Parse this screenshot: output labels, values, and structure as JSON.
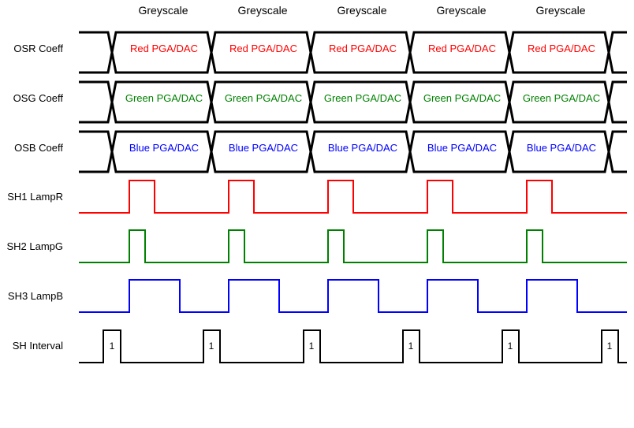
{
  "header": {
    "period_labels": [
      "Greyscale",
      "Greyscale",
      "Greyscale",
      "Greyscale",
      "Greyscale"
    ]
  },
  "buses": [
    {
      "label": "OSR Coeff",
      "cell_text": "Red PGA/DAC",
      "text_color": "#ff0000"
    },
    {
      "label": "OSG Coeff",
      "cell_text": "Green PGA/DAC",
      "text_color": "#008000"
    },
    {
      "label": "OSB Coeff",
      "cell_text": "Blue PGA/DAC",
      "text_color": "#0000ff"
    }
  ],
  "pulses": [
    {
      "label": "SH1 LampR",
      "color": "#ff0000"
    },
    {
      "label": "SH2 LampG",
      "color": "#008000"
    },
    {
      "label": "SH3 LampB",
      "color": "#0000ff"
    },
    {
      "label": "SH Interval",
      "color": "#000000",
      "pulse_text": "1"
    }
  ],
  "colors": {
    "bus_outline": "#000000",
    "label_text": "#000000",
    "background": "#ffffff"
  }
}
